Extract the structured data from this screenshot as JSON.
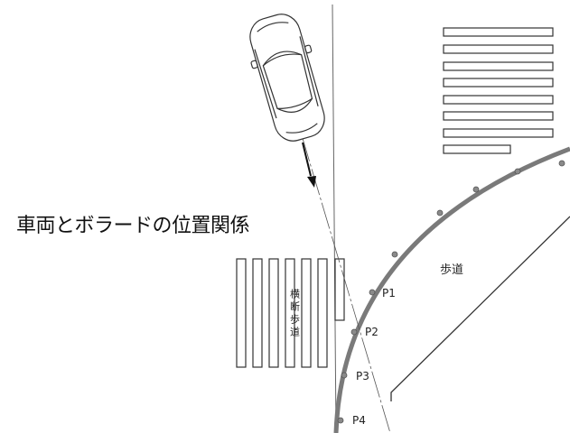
{
  "title": "車両とボラードの位置関係",
  "sidewalk_label": "歩道",
  "crosswalk_label": "横断歩道",
  "bollards": [
    {
      "id": "p1",
      "label": "P1"
    },
    {
      "id": "p2",
      "label": "P2"
    },
    {
      "id": "p3",
      "label": "P3"
    },
    {
      "id": "p4",
      "label": "P4"
    }
  ],
  "colors": {
    "line": "#333333",
    "curb": "#7a7a7a",
    "bollard": "#8a8a8a"
  }
}
